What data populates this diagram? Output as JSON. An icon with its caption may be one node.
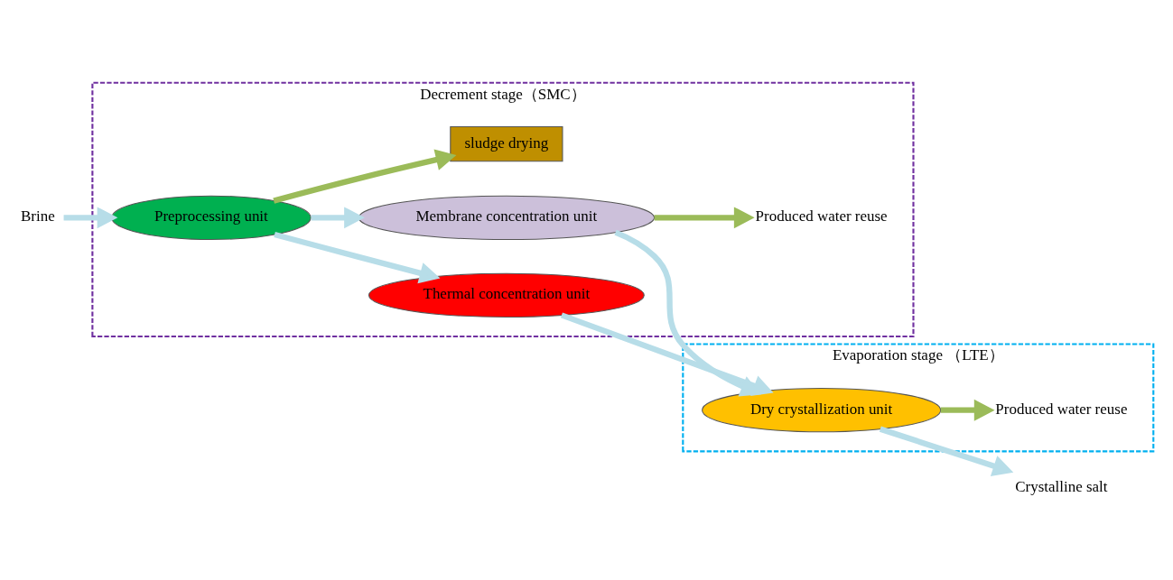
{
  "diagram": {
    "nodes": [
      {
        "text": [
          "Decrement stage（SMC）"
        ]
      },
      {
        "text": [
          "Evaporation stage （LTE）"
        ]
      },
      {
        "text": [
          "Brine"
        ]
      },
      {
        "text": [
          "Preprocessing unit"
        ],
        "in": 0
      },
      {
        "text": [
          "Thermal concentration unit"
        ],
        "in": 0
      },
      {
        "text": [
          "Membrane concentration unit"
        ],
        "in": 0
      },
      {
        "text": [
          "sludge drying"
        ],
        "in": 0
      },
      {
        "text": [
          "Produced water reuse"
        ],
        "in": 0
      },
      {
        "text": [
          "Dry crystallization unit"
        ],
        "in": 1
      },
      {
        "text": [
          "Produced water reuse"
        ],
        "in": 1
      },
      {
        "text": [
          "Crystalline salt"
        ]
      }
    ],
    "edges": [
      {
        "from": 2,
        "to": 3,
        "arrow": "to"
      },
      {
        "from": 3,
        "to": 4,
        "arrow": "to"
      },
      {
        "from": 3,
        "to": 5,
        "arrow": "to"
      },
      {
        "from": 3,
        "to": 6,
        "arrow": "to",
        "color": "#9bbb59"
      },
      {
        "from": 5,
        "to": 7,
        "arrow": "to",
        "color": "#9bbb59"
      },
      {
        "from": 4,
        "to": 8,
        "arrow": "to"
      },
      {
        "from": 5,
        "to": 8,
        "arrow": "to"
      },
      {
        "from": 8,
        "to": 10,
        "arrow": "to"
      },
      {
        "from": 8,
        "to": 9,
        "arrow": "to",
        "color": "#9bbb59"
      }
    ]
  }
}
